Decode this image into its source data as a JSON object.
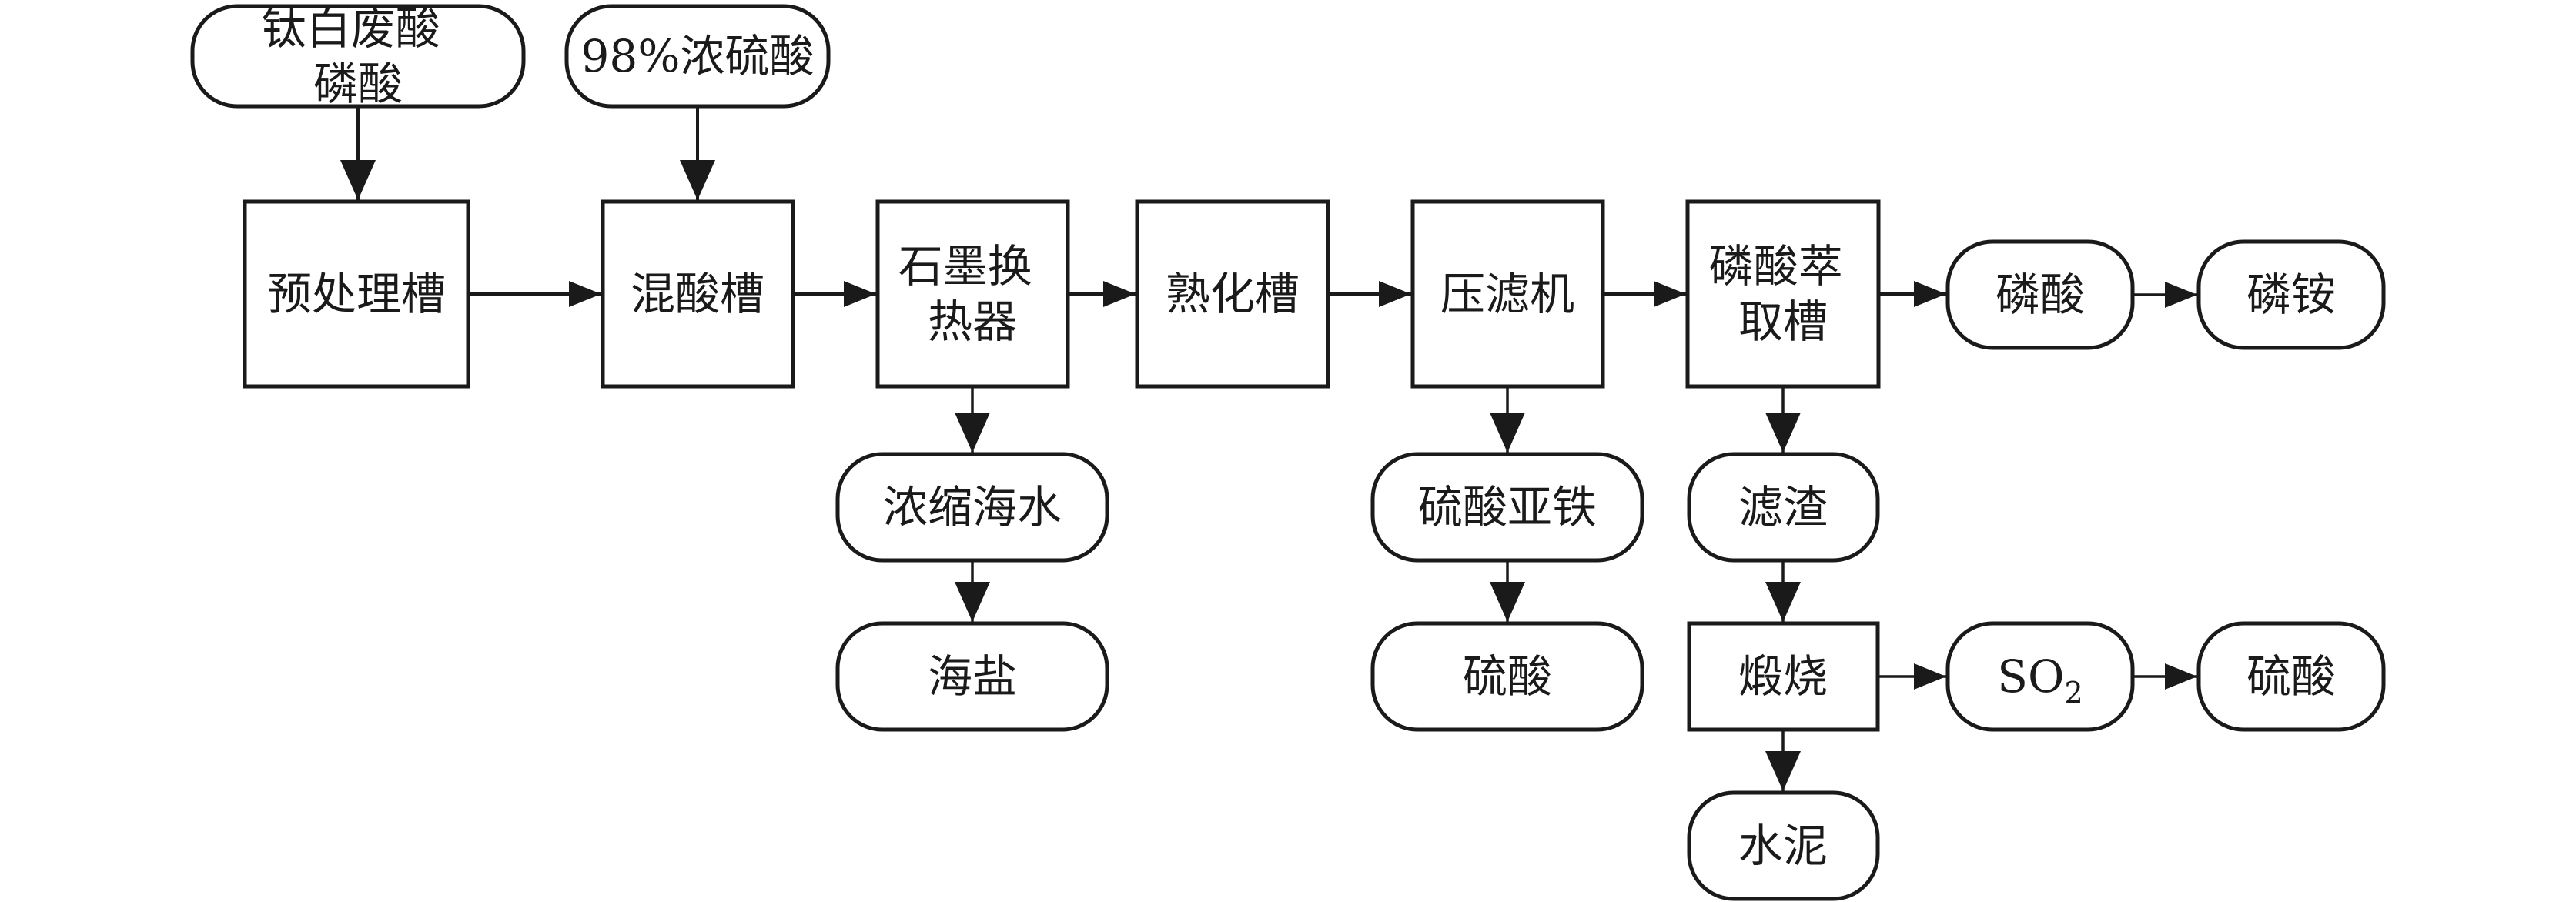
{
  "diagram": {
    "type": "flowchart",
    "background_color": "#ffffff",
    "line_color": "#1a1a1a",
    "nodes": {
      "waste_acid": {
        "shape": "stadium",
        "label": "钛白废酸磷酸",
        "lines": [
          "钛白废酸",
          "磷酸"
        ]
      },
      "sulfuric_98": {
        "shape": "stadium",
        "label": "98%浓硫酸",
        "lines": [
          "98%浓硫酸"
        ]
      },
      "pretreatment_tank": {
        "shape": "rect",
        "label": "预处理槽",
        "lines": [
          "预处理槽"
        ]
      },
      "mixed_acid_tank": {
        "shape": "rect",
        "label": "混酸槽",
        "lines": [
          "混酸槽"
        ]
      },
      "graphite_heat_exchanger": {
        "shape": "rect",
        "label": "石墨换热器",
        "lines": [
          "石墨换",
          "热器"
        ]
      },
      "maturation_tank": {
        "shape": "rect",
        "label": "熟化槽",
        "lines": [
          "熟化槽"
        ]
      },
      "filter_press": {
        "shape": "rect",
        "label": "压滤机",
        "lines": [
          "压滤机"
        ]
      },
      "phosphoric_extraction_tank": {
        "shape": "rect",
        "label": "磷酸萃取槽",
        "lines": [
          "磷酸萃",
          "取槽"
        ]
      },
      "phosphoric_acid": {
        "shape": "stadium",
        "label": "磷酸",
        "lines": [
          "磷酸"
        ]
      },
      "ammonium_phosphate": {
        "shape": "stadium",
        "label": "磷铵",
        "lines": [
          "磷铵"
        ]
      },
      "concentrated_seawater": {
        "shape": "stadium",
        "label": "浓缩海水",
        "lines": [
          "浓缩海水"
        ]
      },
      "sea_salt": {
        "shape": "stadium",
        "label": "海盐",
        "lines": [
          "海盐"
        ]
      },
      "ferrous_sulfate": {
        "shape": "stadium",
        "label": "硫酸亚铁",
        "lines": [
          "硫酸亚铁"
        ]
      },
      "sulfuric_acid_from_press": {
        "shape": "stadium",
        "label": "硫酸",
        "lines": [
          "硫酸"
        ]
      },
      "filter_residue": {
        "shape": "stadium",
        "label": "滤渣",
        "lines": [
          "滤渣"
        ]
      },
      "calcination": {
        "shape": "rect",
        "label": "煅烧",
        "lines": [
          "煅烧"
        ]
      },
      "cement": {
        "shape": "stadium",
        "label": "水泥",
        "lines": [
          "水泥"
        ]
      },
      "so2": {
        "shape": "stadium",
        "label": "SO₂",
        "base": "SO",
        "sub": "2"
      },
      "sulfuric_acid_from_so2": {
        "shape": "stadium",
        "label": "硫酸",
        "lines": [
          "硫酸"
        ]
      }
    },
    "edges": [
      {
        "from": "waste_acid",
        "to": "pretreatment_tank"
      },
      {
        "from": "sulfuric_98",
        "to": "mixed_acid_tank"
      },
      {
        "from": "pretreatment_tank",
        "to": "mixed_acid_tank"
      },
      {
        "from": "mixed_acid_tank",
        "to": "graphite_heat_exchanger"
      },
      {
        "from": "graphite_heat_exchanger",
        "to": "maturation_tank"
      },
      {
        "from": "maturation_tank",
        "to": "filter_press"
      },
      {
        "from": "filter_press",
        "to": "phosphoric_extraction_tank"
      },
      {
        "from": "phosphoric_extraction_tank",
        "to": "phosphoric_acid"
      },
      {
        "from": "phosphoric_acid",
        "to": "ammonium_phosphate"
      },
      {
        "from": "graphite_heat_exchanger",
        "to": "concentrated_seawater"
      },
      {
        "from": "concentrated_seawater",
        "to": "sea_salt"
      },
      {
        "from": "filter_press",
        "to": "ferrous_sulfate"
      },
      {
        "from": "ferrous_sulfate",
        "to": "sulfuric_acid_from_press"
      },
      {
        "from": "phosphoric_extraction_tank",
        "to": "filter_residue"
      },
      {
        "from": "filter_residue",
        "to": "calcination"
      },
      {
        "from": "calcination",
        "to": "so2"
      },
      {
        "from": "calcination",
        "to": "cement"
      },
      {
        "from": "so2",
        "to": "sulfuric_acid_from_so2"
      }
    ]
  }
}
